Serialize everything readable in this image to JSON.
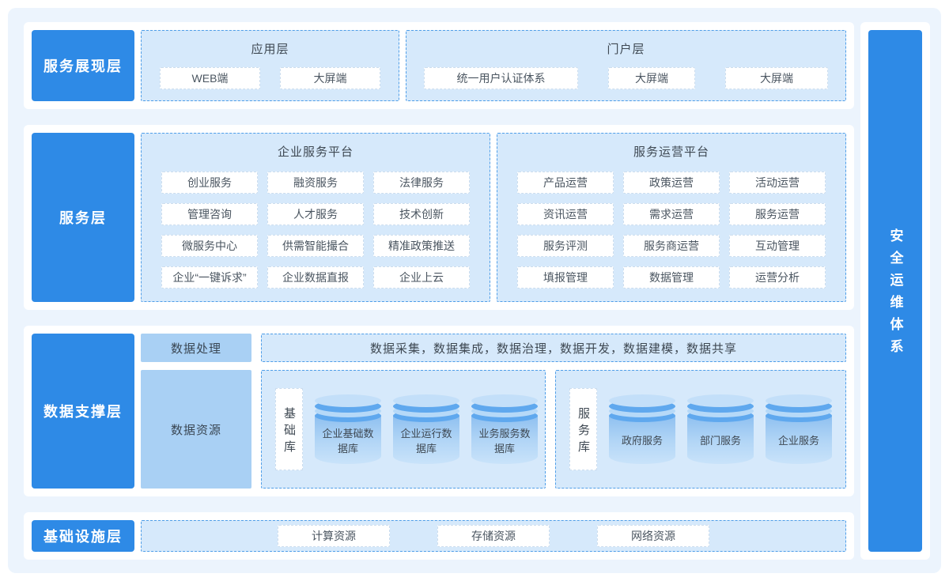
{
  "colors": {
    "accent_blue": "#2E8AE6",
    "panel_bg": "#ECF4FD",
    "box_fill": "#D6E9FB",
    "box_border": "#4F9EE8",
    "mid_blue": "#A9D0F4"
  },
  "layers": {
    "presentation": {
      "label": "服务展现层",
      "app": {
        "title": "应用层",
        "items": [
          "WEB端",
          "大屏端"
        ]
      },
      "portal": {
        "title": "门户层",
        "items": [
          "统一用户认证体系",
          "大屏端",
          "大屏端"
        ]
      }
    },
    "service": {
      "label": "服务层",
      "enterprise": {
        "title": "企业服务平台",
        "items": [
          "创业服务",
          "融资服务",
          "法律服务",
          "管理咨询",
          "人才服务",
          "技术创新",
          "微服务中心",
          "供需智能撮合",
          "精准政策推送",
          "企业“一键诉求”",
          "企业数据直报",
          "企业上云"
        ]
      },
      "operation": {
        "title": "服务运营平台",
        "items": [
          "产品运营",
          "政策运营",
          "活动运营",
          "资讯运营",
          "需求运营",
          "服务运营",
          "服务评测",
          "服务商运营",
          "互动管理",
          "填报管理",
          "数据管理",
          "运营分析"
        ]
      }
    },
    "data_support": {
      "label": "数据支撑层",
      "processing": {
        "label": "数据处理",
        "description": "数据采集，数据集成，数据治理，数据开发，数据建模，数据共享"
      },
      "resource": {
        "label": "数据资源",
        "base_db": {
          "label": "基础库",
          "databases": [
            "企业基础数据库",
            "企业运行数据库",
            "业务服务数据库"
          ]
        },
        "service_db": {
          "label": "服务库",
          "databases": [
            "政府服务",
            "部门服务",
            "企业服务"
          ]
        }
      }
    },
    "infrastructure": {
      "label": "基础设施层",
      "items": [
        "计算资源",
        "存储资源",
        "网络资源"
      ]
    }
  },
  "security": {
    "label": "安全运维体系"
  }
}
